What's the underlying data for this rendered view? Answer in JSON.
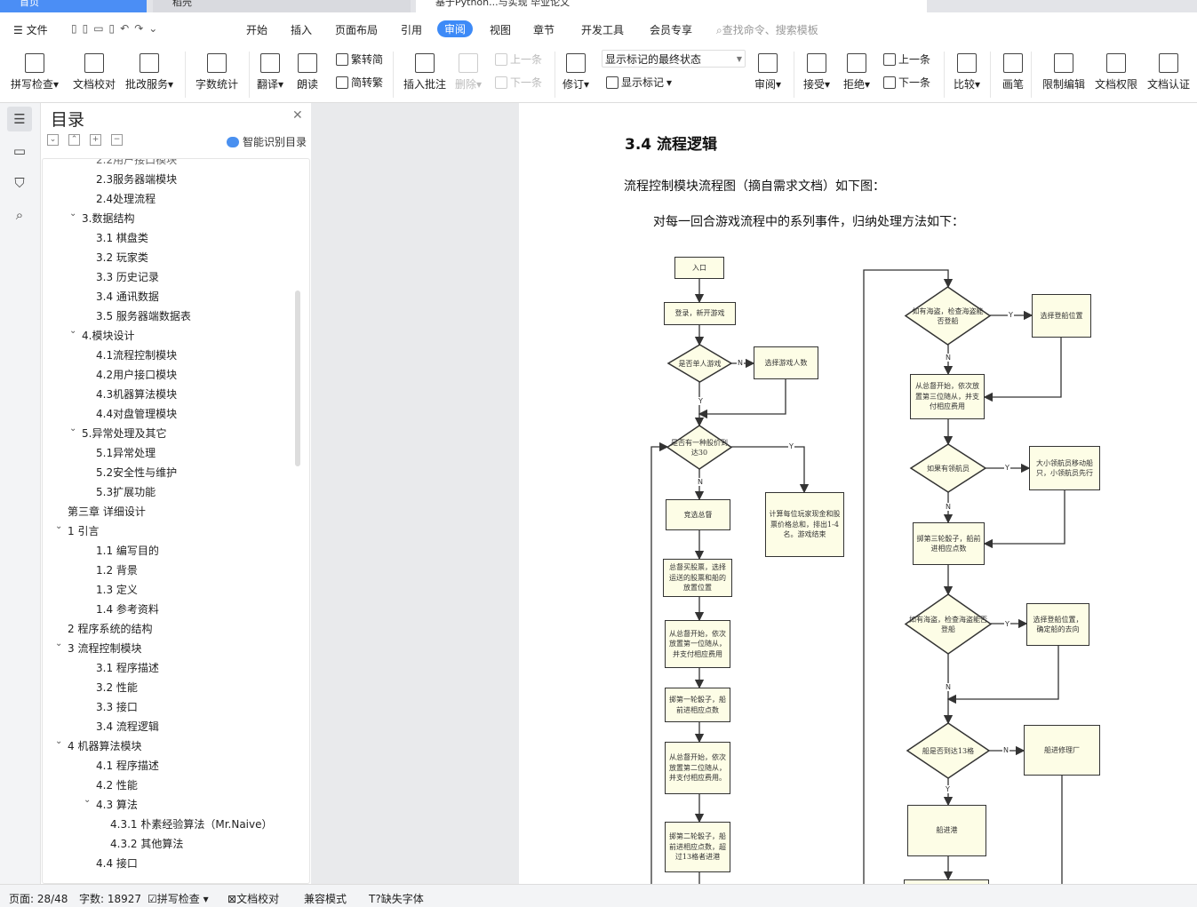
{
  "tabs": [
    {
      "label": "首页"
    },
    {
      "label": "稻壳"
    },
    {
      "label": "基于Python...与实现 毕业论文"
    }
  ],
  "menu": {
    "file": "文件",
    "items": [
      "开始",
      "插入",
      "页面布局",
      "引用",
      "审阅",
      "视图",
      "章节",
      "开发工具",
      "会员专享"
    ],
    "active": "审阅",
    "search_placeholder": "查找命令、搜索模板"
  },
  "ribbon": {
    "spell": "拼写检查",
    "proof": "文档校对",
    "correct": "批改服务",
    "wordcount": "字数统计",
    "translate": "翻译",
    "read": "朗读",
    "trad2simp": "繁转简",
    "simp2trad": "简转繁",
    "insert_comment": "插入批注",
    "delete": "删除",
    "prev_comment": "上一条",
    "next_comment": "下一条",
    "revise": "修订",
    "display_mode": "显示标记的最终状态",
    "show_marks": "显示标记",
    "review": "审阅",
    "accept": "接受",
    "reject": "拒绝",
    "prev_change": "上一条",
    "next_change": "下一条",
    "compare": "比较",
    "pen": "画笔",
    "restrict": "限制编辑",
    "permission": "文档权限",
    "certify": "文档认证"
  },
  "toc": {
    "title": "目录",
    "smart": "智能识别目录",
    "items": [
      {
        "t": "2.3服务器端模块",
        "l": 2
      },
      {
        "t": "2.4处理流程",
        "l": 2
      },
      {
        "t": "3.数据结构",
        "l": 1,
        "c": true
      },
      {
        "t": "3.1  棋盘类",
        "l": 2
      },
      {
        "t": "3.2  玩家类",
        "l": 2
      },
      {
        "t": "3.3  历史记录",
        "l": 2
      },
      {
        "t": "3.4  通讯数据",
        "l": 2
      },
      {
        "t": "3.5  服务器端数据表",
        "l": 2
      },
      {
        "t": "4.模块设计",
        "l": 1,
        "c": true
      },
      {
        "t": "4.1流程控制模块",
        "l": 2
      },
      {
        "t": "4.2用户接口模块",
        "l": 2
      },
      {
        "t": "4.3机器算法模块",
        "l": 2
      },
      {
        "t": "4.4对盘管理模块",
        "l": 2
      },
      {
        "t": "5.异常处理及其它",
        "l": 1,
        "c": true
      },
      {
        "t": "5.1异常处理",
        "l": 2
      },
      {
        "t": "5.2安全性与维护",
        "l": 2
      },
      {
        "t": "5.3扩展功能",
        "l": 2
      },
      {
        "t": "第三章  详细设计",
        "l": 0
      },
      {
        "t": "1  引言",
        "l": 0,
        "c": true
      },
      {
        "t": "1.1 编写目的",
        "l": 2
      },
      {
        "t": "1.2 背景",
        "l": 2
      },
      {
        "t": "1.3 定义",
        "l": 2
      },
      {
        "t": "1.4 参考资料",
        "l": 2
      },
      {
        "t": "2  程序系统的结构",
        "l": 0
      },
      {
        "t": "3  流程控制模块",
        "l": 0,
        "c": true
      },
      {
        "t": "3.1 程序描述",
        "l": 2
      },
      {
        "t": "3.2 性能",
        "l": 2
      },
      {
        "t": "3.3 接口",
        "l": 2
      },
      {
        "t": "3.4 流程逻辑",
        "l": 2
      },
      {
        "t": "4  机器算法模块",
        "l": 0,
        "c": true
      },
      {
        "t": "4.1 程序描述",
        "l": 2
      },
      {
        "t": "4.2 性能",
        "l": 2
      },
      {
        "t": "4.3 算法",
        "l": 2,
        "c": true
      },
      {
        "t": "4.3.1  朴素经验算法（Mr.Naive）",
        "l": 3
      },
      {
        "t": "4.3.2 其他算法",
        "l": 3
      },
      {
        "t": "4.4 接口",
        "l": 2
      }
    ]
  },
  "doc": {
    "heading": "3.4 流程逻辑",
    "para1": "流程控制模块流程图（摘自需求文档）如下图：",
    "para2": "对每一回合游戏流程中的系列事件，归纳处理方法如下："
  },
  "flow": {
    "nodes": [
      "入口",
      "登录，新开游戏",
      "是否单人游戏",
      "选择游戏人数",
      "是否有一种股价到达30",
      "竞选总督",
      "计算每位玩家现金和股票价格总和，排出1-4名。游戏结束",
      "总督买股票，选择运送的股票和船的放置位置",
      "从总督开始，依次放置第一位随从，并支付相应费用",
      "掷第一轮骰子，船前进相应点数",
      "从总督开始，依次放置第二位随从，并支付相应费用。",
      "掷第二轮骰子，船前进相应点数，超过13格者进港",
      "如有海盗，检查海盗能否登船",
      "选择登船位置",
      "从总督开始，依次放置第三位随从，并支付相应费用",
      "如果有领航员",
      "大小领航员移动船只，小领航员先行",
      "掷第三轮骰子，船前进相应点数",
      "如有海盗，检查海盗能否登船",
      "选择登船位置，确定船的去向",
      "船是否到达13格",
      "船进修理厂",
      "船进港",
      ""
    ],
    "yes": "Y",
    "no": "N"
  },
  "status": {
    "page": "页面: 28/48",
    "words": "字数: 18927",
    "spell": "拼写检查",
    "proof": "文档校对",
    "compat": "兼容模式",
    "missing_font": "缺失字体"
  }
}
